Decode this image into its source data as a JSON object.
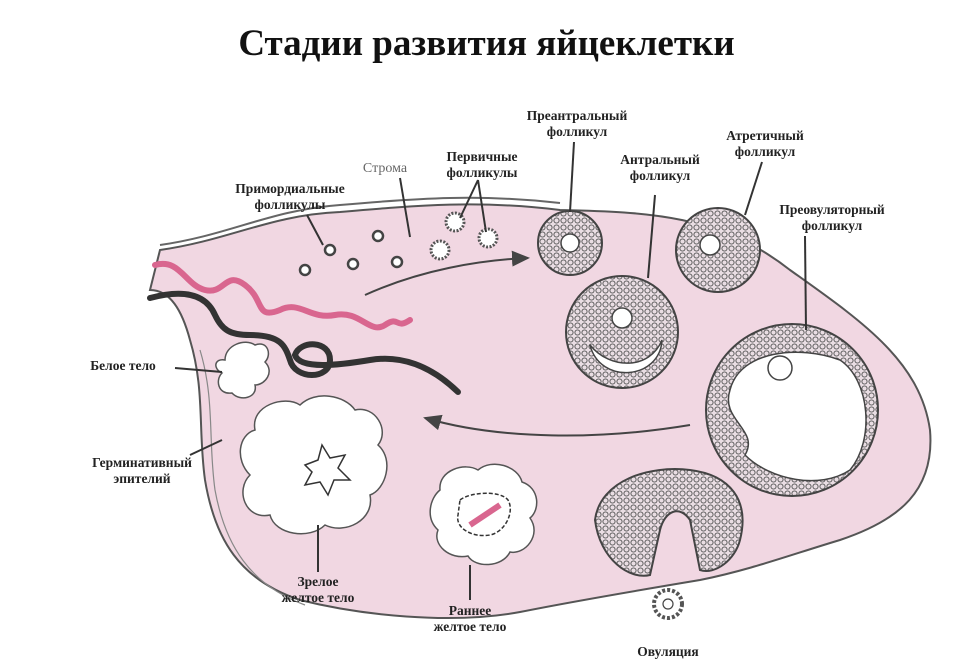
{
  "title": "Стадии развития яйцеклетки",
  "labels": {
    "primordial": [
      "Примордиальные",
      "фолликулы"
    ],
    "stroma": "Строма",
    "primary": [
      "Первичные",
      "фолликулы"
    ],
    "preantral": [
      "Преантральный",
      "фолликул"
    ],
    "antral": [
      "Антральный",
      "фолликул"
    ],
    "atretic": [
      "Атретичный",
      "фолликул"
    ],
    "preovulatory": [
      "Преовуляторный",
      "фолликул"
    ],
    "corpus_albicans": "Белое тело",
    "germinal_epithelium": [
      "Герминативный",
      "эпителий"
    ],
    "mature_corpus_luteum": [
      "Зрелое",
      "желтое тело"
    ],
    "early_corpus_luteum": [
      "Раннее",
      "желтое тело"
    ],
    "ovulation": "Овуляция"
  },
  "colors": {
    "tissue": "#f1d7e2",
    "outline": "#555555",
    "vessel_pink": "#d9668f",
    "vessel_dark": "#333333"
  }
}
